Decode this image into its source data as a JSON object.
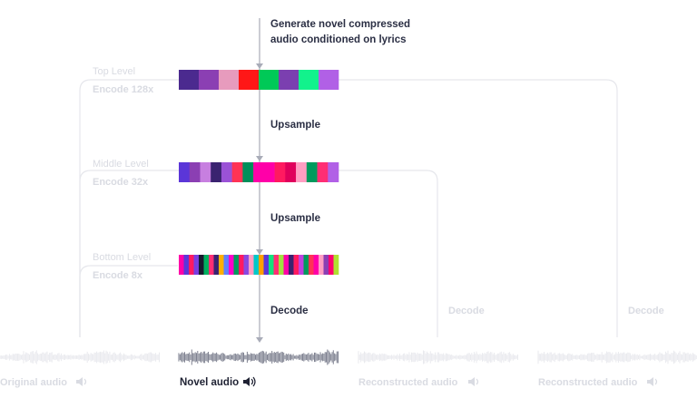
{
  "annotation": {
    "line1": "Generate novel compressed",
    "line2": "audio conditioned on lyrics"
  },
  "levels": [
    {
      "name": "Top Level",
      "encode": "Encode 128x",
      "colors": [
        "#4b2a8f",
        "#8b3fb3",
        "#e79bbd",
        "#ff1717",
        "#00c957",
        "#7b3fb0",
        "#12f28c",
        "#b160e6"
      ]
    },
    {
      "name": "Middle Level",
      "encode": "Encode 32x",
      "colors": [
        "#5b36d8",
        "#8b3fb3",
        "#c77fe0",
        "#3a2370",
        "#9a52d6",
        "#ff3355",
        "#008f5a",
        "#ff00a8",
        "#ff00a8",
        "#ff1a60",
        "#e0005c",
        "#ff9ec2",
        "#009a5d",
        "#ff2e74",
        "#b160e6"
      ]
    },
    {
      "name": "Bottom Level",
      "encode": "Encode 8x",
      "colors": [
        "#ff00a8",
        "#5b36d8",
        "#ff1a60",
        "#7a3de0",
        "#1a1a2e",
        "#00b05f",
        "#ff2e74",
        "#3a2370",
        "#ffb000",
        "#5f80ff",
        "#ff00c8",
        "#009a5d",
        "#ff1a60",
        "#8a48e0",
        "#ff9ec2",
        "#00c8c8",
        "#ffa000",
        "#5b36d8",
        "#12e27c",
        "#ff2e74",
        "#a0e040",
        "#ff00a8",
        "#3a2370",
        "#ff1a60",
        "#c040e0",
        "#009a5d",
        "#ff3355",
        "#ff00a8",
        "#ff9ec2",
        "#8b3fb3",
        "#ff0070",
        "#b0e030"
      ]
    }
  ],
  "steps": {
    "upsample1": "Upsample",
    "upsample2": "Upsample",
    "decode_main": "Decode",
    "decode_2": "Decode",
    "decode_3": "Decode"
  },
  "audio": {
    "original": "Original audio",
    "novel": "Novel audio",
    "recon1": "Reconstructed audio",
    "recon2": "Reconstructed audio"
  },
  "icons": {
    "speaker": "speaker-icon"
  }
}
